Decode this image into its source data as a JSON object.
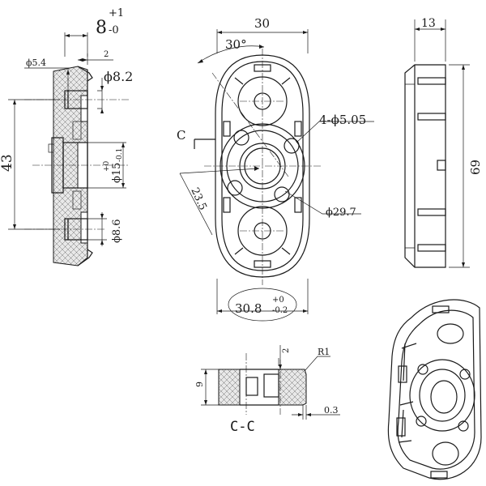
{
  "drawing": {
    "left_view": {
      "dim_depth_main": "8",
      "dim_depth_tol_upper": "+1",
      "dim_depth_tol_lower": "-0",
      "dim_lip": "2",
      "dim_small_dia": "ϕ5.4",
      "dim_hole_dia": "ϕ8.2",
      "dim_pitch": "43",
      "dim_bore": "ϕ15",
      "dim_bore_tol_upper": "+0",
      "dim_bore_tol_lower": "-0.1",
      "dim_lower_hole": "ϕ8.6"
    },
    "front_view": {
      "dim_width": "30",
      "dim_angle": "30°",
      "section_marker": "C",
      "dim_holes": "4-ϕ5.05",
      "dim_radial": "23.5",
      "dim_pcd": "ϕ29.7",
      "dim_bottom_main": "30.8",
      "dim_bottom_tol_upper": "+0",
      "dim_bottom_tol_lower": "-0.2"
    },
    "side_view": {
      "dim_thickness": "13",
      "dim_height": "69"
    },
    "section_view": {
      "label": "C-C",
      "dim_height": "9",
      "dim_step": "2",
      "dim_radius": "R1",
      "dim_gap": "0.3"
    },
    "colors": {
      "line": "#1a1a1a",
      "background": "#ffffff"
    }
  }
}
